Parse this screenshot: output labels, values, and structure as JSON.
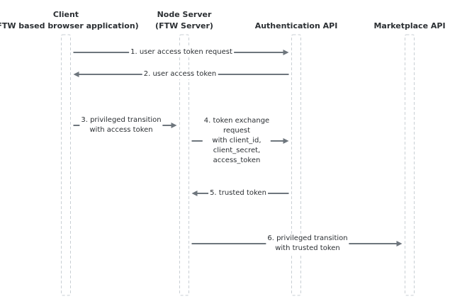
{
  "participants": [
    {
      "line1": "Client",
      "line2": "(FTW based browser application)"
    },
    {
      "line1": "Node Server",
      "line2": "(FTW Server)"
    },
    {
      "line1": "Authentication API",
      "line2": ""
    },
    {
      "line1": "Marketplace API",
      "line2": ""
    }
  ],
  "messages": [
    {
      "lines": [
        "1. user access token request"
      ],
      "from": 0,
      "to": 2
    },
    {
      "lines": [
        "2. user access token"
      ],
      "from": 2,
      "to": 0
    },
    {
      "lines": [
        "3. privileged transition",
        "with access token"
      ],
      "from": 0,
      "to": 1
    },
    {
      "lines": [
        "4. token exchange",
        "request",
        "with client_id,",
        "client_secret,",
        "access_token"
      ],
      "from": 1,
      "to": 2
    },
    {
      "lines": [
        "5. trusted token"
      ],
      "from": 2,
      "to": 1
    },
    {
      "lines": [
        "6. privileged transition",
        "with trusted token"
      ],
      "from": 1,
      "to": 3
    }
  ],
  "colors": {
    "arrow": "#6e767d",
    "lifeline_border": "#c9cfd4",
    "text": "#2b2f33"
  }
}
